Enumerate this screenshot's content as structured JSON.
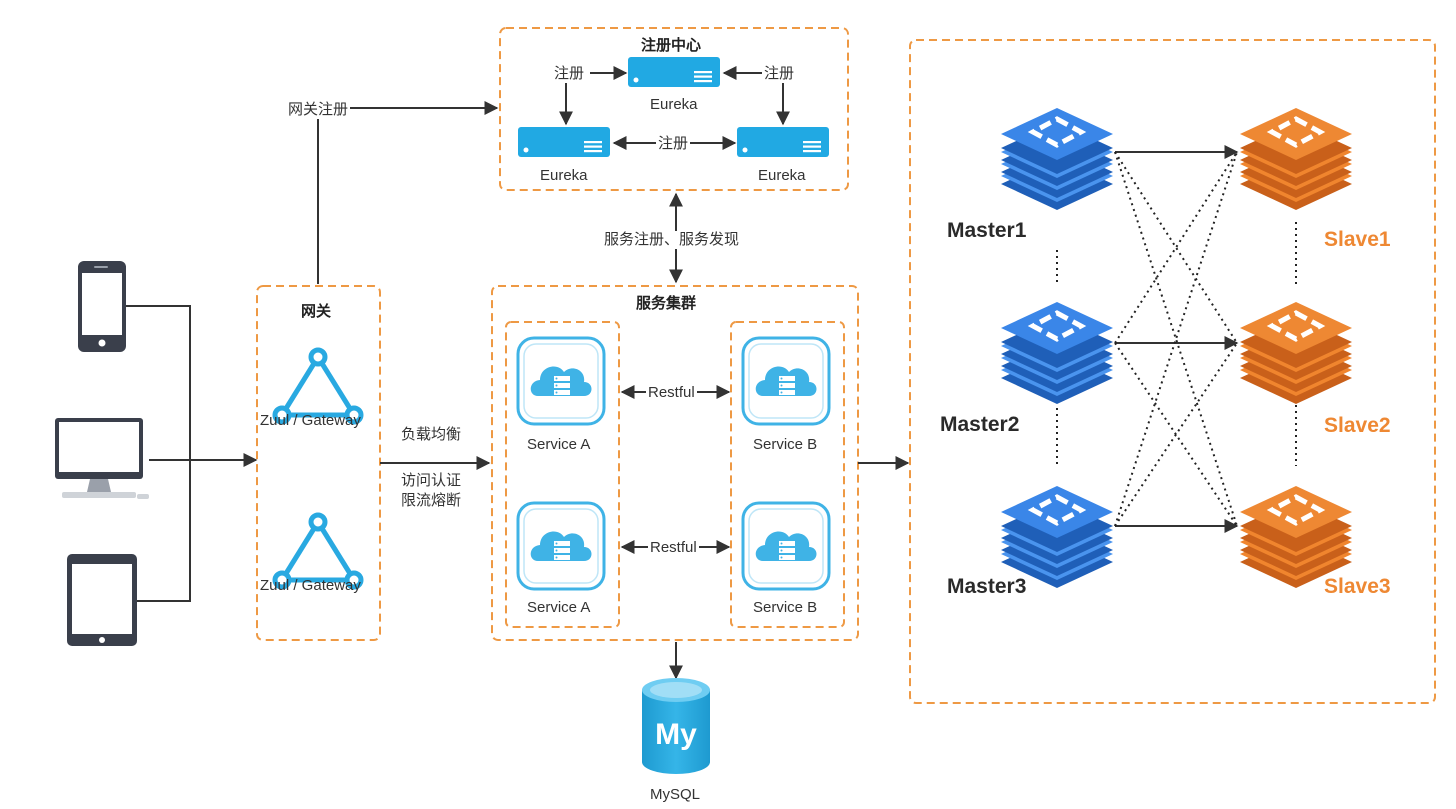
{
  "registry": {
    "title": "注册中心",
    "eureka_labels": [
      "Eureka",
      "Eureka",
      "Eureka"
    ],
    "register_labels": [
      "注册",
      "注册",
      "注册"
    ]
  },
  "gateway": {
    "title": "网关",
    "register_label": "网关注册",
    "nodes": [
      "Zuul / Gateway",
      "Zuul / Gateway"
    ]
  },
  "service_link": {
    "label": "服务注册、服务发现"
  },
  "edge_features": [
    "负载均衡",
    "访问认证",
    "限流熔断"
  ],
  "cluster": {
    "title": "服务集群",
    "services": [
      "Service A",
      "Service B",
      "Service A",
      "Service B"
    ],
    "protocol_labels": [
      "Restful",
      "Restful"
    ]
  },
  "database": {
    "logo_text": "My",
    "label": "MySQL"
  },
  "redis": {
    "masters": [
      "Master1",
      "Master2",
      "Master3"
    ],
    "slaves": [
      "Slave1",
      "Slave2",
      "Slave3"
    ],
    "master_color": "#3a86e8",
    "slave_color": "#ee8833"
  },
  "clients": [
    "phone-icon",
    "desktop-icon",
    "tablet-icon"
  ],
  "colors": {
    "accent": "#ee9944",
    "gateway": "#29a9e1",
    "cloud": "#3fb3e6",
    "mysql": "#2aa6d9"
  }
}
